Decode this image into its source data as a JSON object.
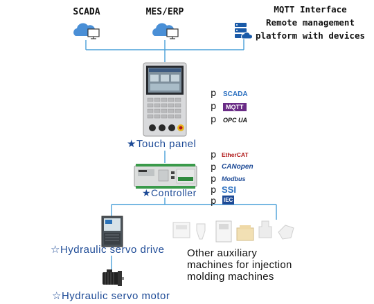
{
  "top": {
    "scada": "SCADA",
    "mes": "MES/ERP",
    "mqtt_lines": [
      "MQTT Interface",
      "Remote management",
      "platform with devices"
    ]
  },
  "touch_panel": {
    "label": "★Touch panel",
    "protocols": [
      {
        "p": "p",
        "name": "SCADA"
      },
      {
        "p": "p",
        "name": "MQTT"
      },
      {
        "p": "p",
        "name": "OPC UA"
      }
    ]
  },
  "controller": {
    "label": "★Controller",
    "protocols": [
      {
        "p": "p",
        "name": "EtherCAT"
      },
      {
        "p": "p",
        "name": "CANopen"
      },
      {
        "p": "p",
        "name": "Modbus"
      },
      {
        "p": "p",
        "name": "SSI"
      },
      {
        "p": "p",
        "name": "IEC"
      }
    ]
  },
  "servo_drive": {
    "label": "☆Hydraulic servo drive"
  },
  "servo_motor": {
    "label": "☆Hydraulic servo motor"
  },
  "auxiliary": {
    "lines": [
      "Other auxiliary",
      "machines for injection",
      "molding machines"
    ]
  },
  "colors": {
    "line": "#4aa0d8",
    "label_blue": "#1d4a96",
    "cloud_blue": "#4a8fd6",
    "server_blue": "#1a5aa8"
  },
  "icons": [
    "cloud-monitor-icon",
    "server-cloud-icon"
  ]
}
